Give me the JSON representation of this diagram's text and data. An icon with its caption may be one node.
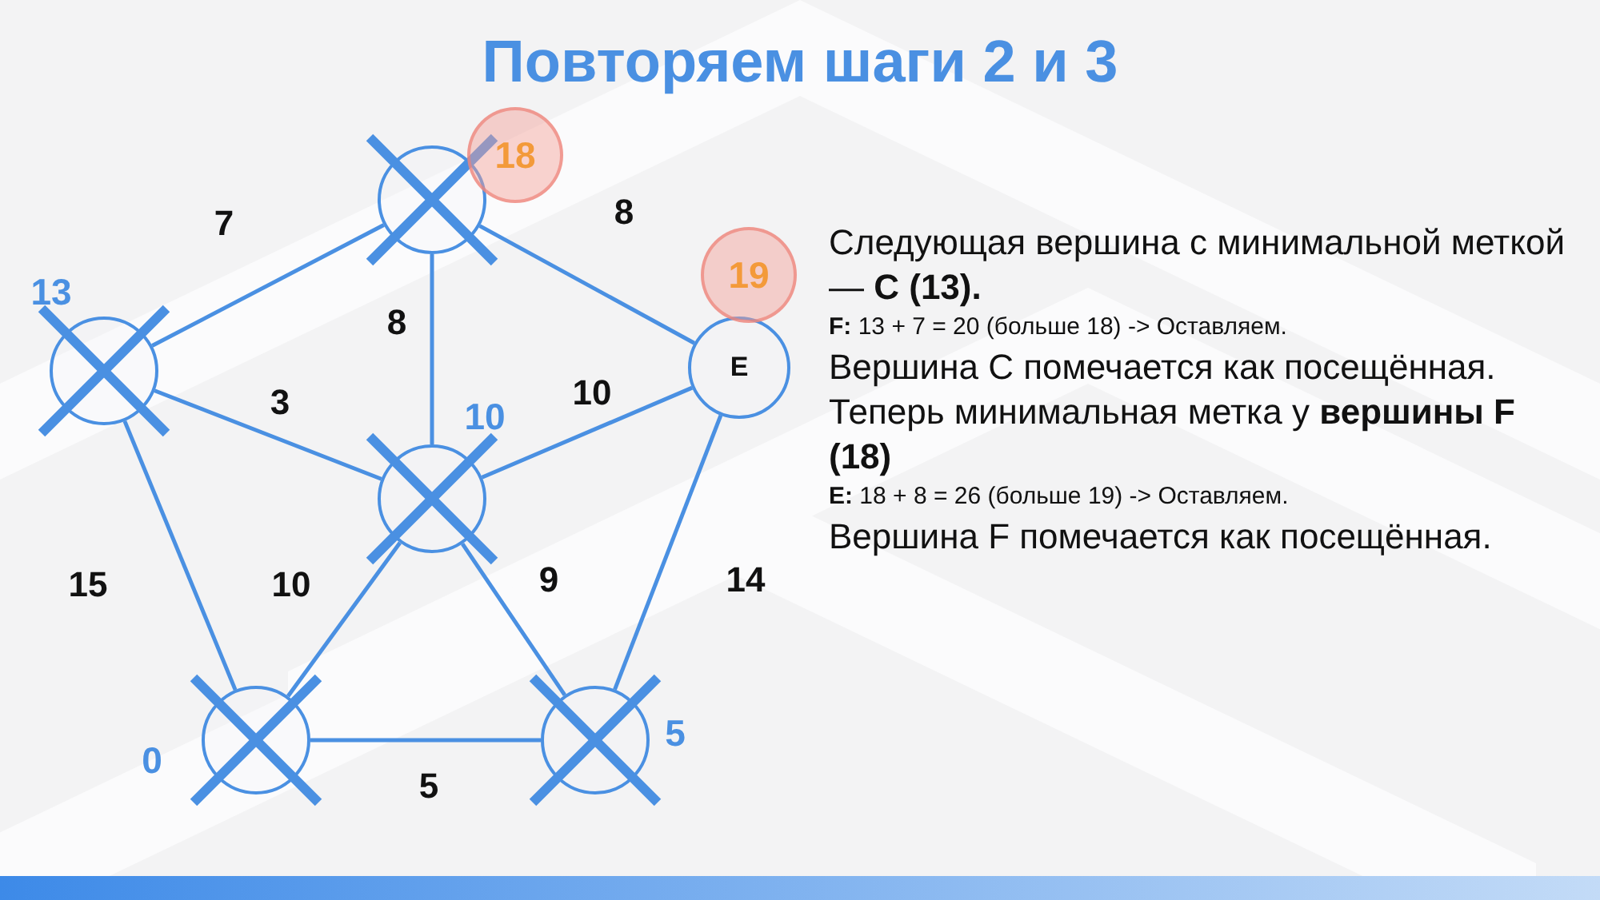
{
  "diagram": {
    "title": "Повторяем шаги 2 и 3",
    "nodes": [
      {
        "text": [],
        "shape": "circle",
        "beside": [
          "18"
        ]
      },
      {
        "text": [],
        "shape": "circle",
        "beside": [
          "13"
        ]
      },
      {
        "text": [
          "E"
        ],
        "beside": [
          "19"
        ]
      },
      {
        "text": [],
        "shape": "circle",
        "beside": [
          "10"
        ]
      },
      {
        "text": [],
        "shape": "circle",
        "beside": [
          "0"
        ]
      },
      {
        "text": [],
        "shape": "circle",
        "beside": [
          "5"
        ]
      }
    ],
    "edges": [
      {
        "from": 1,
        "to": 0,
        "arrow": "none",
        "label": "7"
      },
      {
        "from": 0,
        "to": 2,
        "arrow": "none",
        "label": "8"
      },
      {
        "from": 0,
        "to": 3,
        "arrow": "none",
        "label": "8"
      },
      {
        "from": 1,
        "to": 3,
        "arrow": "none",
        "label": "3"
      },
      {
        "from": 3,
        "to": 2,
        "arrow": "none",
        "label": "10"
      },
      {
        "from": 1,
        "to": 4,
        "arrow": "none",
        "label": "15"
      },
      {
        "from": 3,
        "to": 4,
        "arrow": "none",
        "label": "10"
      },
      {
        "from": 3,
        "to": 5,
        "arrow": "none",
        "label": "9"
      },
      {
        "from": 2,
        "to": 5,
        "arrow": "none",
        "label": "14"
      },
      {
        "from": 4,
        "to": 5,
        "arrow": "none",
        "label": "5"
      }
    ],
    "labels": [
      "Следующая вершина с минимальной меткой — **C (13).**",
      "**F:** 13 + 7 = 20 (больше 18) -> Оставляем.",
      "Вершина C помечается как посещённая.",
      "Теперь минимальная метка у **вершины F (18)**",
      "**E:** 18 + 8 = 26 (больше 19) -> Оставляем.",
      "Вершина F помечается как посещённая."
    ]
  }
}
